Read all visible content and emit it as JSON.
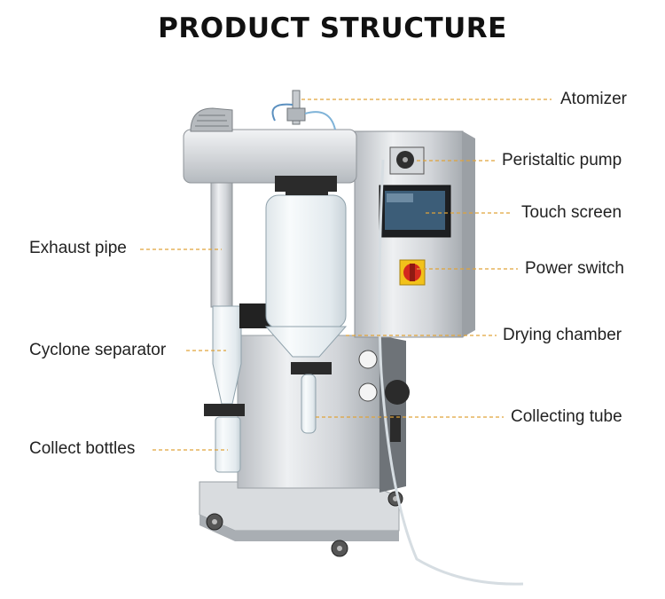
{
  "title": "PRODUCT STRUCTURE",
  "labels": {
    "atomizer": "Atomizer",
    "peristaltic_pump": "Peristaltic pump",
    "touch_screen": "Touch screen",
    "power_switch": "Power switch",
    "drying_chamber": "Drying chamber",
    "collecting_tube": "Collecting tube",
    "exhaust_pipe": "Exhaust pipe",
    "cyclone_separator": "Cyclone separator",
    "collect_bottles": "Collect bottles"
  },
  "colors": {
    "leader_line": "#e0a33a",
    "steel_light": "#e6e8ea",
    "steel_mid": "#c4c8cc",
    "steel_dark": "#8e9398",
    "glass": "#eef3f6",
    "switch_red": "#d42a1e",
    "switch_yellow": "#f2c21a"
  }
}
